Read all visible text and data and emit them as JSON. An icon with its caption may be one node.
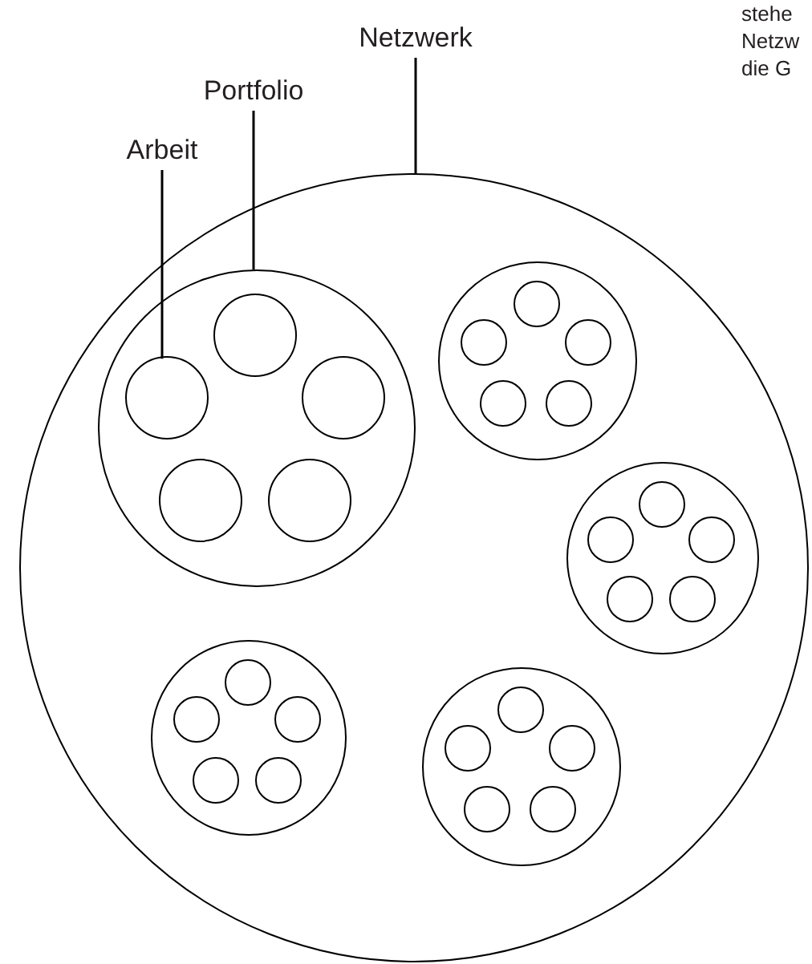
{
  "diagram": {
    "nodes": [
      {
        "text": [
          "Netzwerk"
        ]
      },
      {
        "text": [
          "Portfolio"
        ]
      },
      {
        "text": [
          "Arbeit"
        ]
      },
      {
        "text": [],
        "shape": "circle"
      },
      {
        "text": [],
        "shape": "circle",
        "in": 3
      },
      {
        "text": [],
        "shape": "circle",
        "in": 4
      },
      {
        "text": [],
        "shape": "circle",
        "in": 4
      },
      {
        "text": [],
        "shape": "circle",
        "in": 4
      },
      {
        "text": [],
        "shape": "circle",
        "in": 4
      },
      {
        "text": [],
        "shape": "circle",
        "in": 4
      },
      {
        "text": [],
        "shape": "circle",
        "in": 3
      },
      {
        "text": [],
        "shape": "circle",
        "in": 10
      },
      {
        "text": [],
        "shape": "circle",
        "in": 10
      },
      {
        "text": [],
        "shape": "circle",
        "in": 10
      },
      {
        "text": [],
        "shape": "circle",
        "in": 10
      },
      {
        "text": [],
        "shape": "circle",
        "in": 10
      },
      {
        "text": [],
        "shape": "circle",
        "in": 3
      },
      {
        "text": [],
        "shape": "circle",
        "in": 16
      },
      {
        "text": [],
        "shape": "circle",
        "in": 16
      },
      {
        "text": [],
        "shape": "circle",
        "in": 16
      },
      {
        "text": [],
        "shape": "circle",
        "in": 16
      },
      {
        "text": [],
        "shape": "circle",
        "in": 16
      },
      {
        "text": [],
        "shape": "circle",
        "in": 3
      },
      {
        "text": [],
        "shape": "circle",
        "in": 22
      },
      {
        "text": [],
        "shape": "circle",
        "in": 22
      },
      {
        "text": [],
        "shape": "circle",
        "in": 22
      },
      {
        "text": [],
        "shape": "circle",
        "in": 22
      },
      {
        "text": [],
        "shape": "circle",
        "in": 22
      },
      {
        "text": [],
        "shape": "circle",
        "in": 3
      },
      {
        "text": [],
        "shape": "circle",
        "in": 28
      },
      {
        "text": [],
        "shape": "circle",
        "in": 28
      },
      {
        "text": [],
        "shape": "circle",
        "in": 28
      },
      {
        "text": [],
        "shape": "circle",
        "in": 28
      },
      {
        "text": [],
        "shape": "circle",
        "in": 28
      }
    ],
    "edges": [
      {
        "from": 0,
        "to": 3,
        "arrow": "none"
      },
      {
        "from": 1,
        "to": 4,
        "arrow": "none"
      },
      {
        "from": 2,
        "to": 6,
        "arrow": "none"
      }
    ],
    "labels": [
      "stehe",
      "Netzw",
      "die G"
    ]
  }
}
